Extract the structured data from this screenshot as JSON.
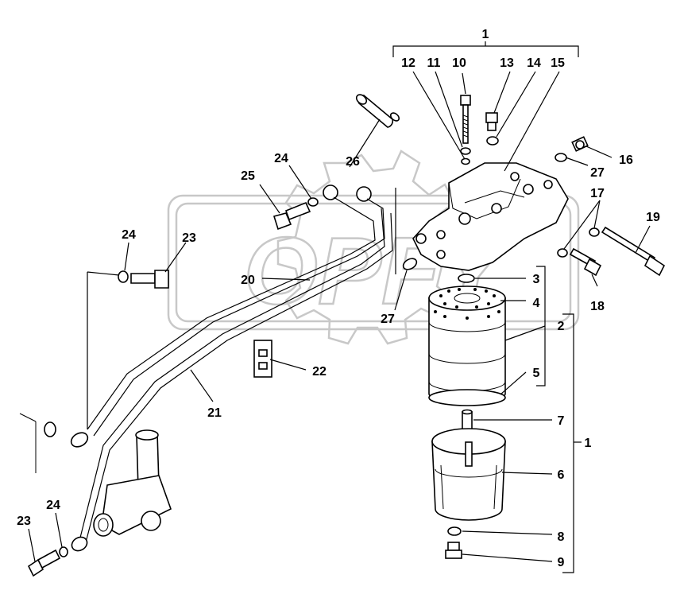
{
  "labels": {
    "l1_top": "1",
    "l1_side": "1",
    "l2": "2",
    "l3": "3",
    "l4": "4",
    "l5": "5",
    "l6": "6",
    "l7": "7",
    "l8": "8",
    "l9": "9",
    "l10": "10",
    "l11": "11",
    "l12": "12",
    "l13": "13",
    "l14": "14",
    "l15": "15",
    "l16": "16",
    "l17": "17",
    "l18": "18",
    "l19": "19",
    "l20": "20",
    "l21": "21",
    "l22": "22",
    "l23_a": "23",
    "l23_b": "23",
    "l24_a": "24",
    "l24_b": "24",
    "l24_c": "24",
    "l25": "25",
    "l26": "26",
    "l27_a": "27",
    "l27_b": "27"
  },
  "watermark": "OPFY"
}
